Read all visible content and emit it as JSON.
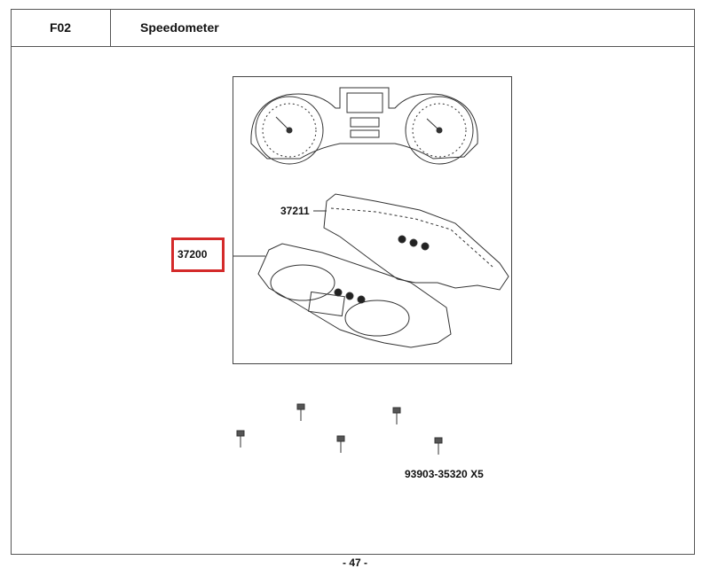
{
  "header": {
    "section_code": "F02",
    "section_title": "Speedometer"
  },
  "diagram": {
    "parts": [
      {
        "number": "37211"
      },
      {
        "number": "37200"
      },
      {
        "number": "93903-35320 X5"
      }
    ],
    "highlighted_part": "37200",
    "highlight_color": "#d42a2a"
  },
  "footer": {
    "page_number": "- 47 -"
  }
}
